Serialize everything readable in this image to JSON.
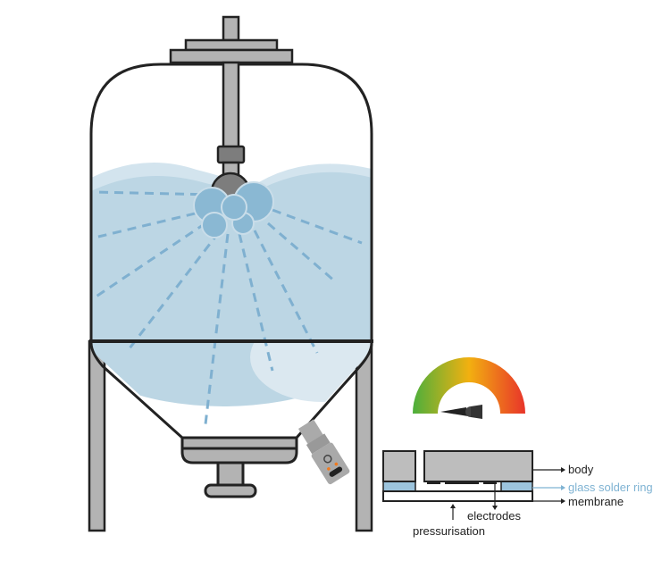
{
  "diagram": {
    "title": "",
    "tank": {
      "components": [
        "lid-flange",
        "drive-shaft",
        "shaft-coupling",
        "spray-ball",
        "cylindrical-vessel",
        "conical-bottom",
        "outlet-flange",
        "outlet-pipe",
        "support-legs",
        "mounted-pressure-sensor"
      ],
      "liquid_color": "#bcd6e4",
      "spray_color": "#8ab8d3",
      "metal_color": "#b3b3b3",
      "outline_color": "#222222"
    },
    "gauge": {
      "colors": [
        "#4caf3c",
        "#f2b010",
        "#e8342a"
      ],
      "needle_direction": "low"
    },
    "sensor_cross_section": {
      "labels": {
        "body": "body",
        "glass_solder_ring": "glass solder ring",
        "membrane": "membrane",
        "electrodes": "electrodes",
        "pressurisation": "pressurisation"
      },
      "colors": {
        "body": "#bdbdbd",
        "glass_solder_ring": "#9cc4dd",
        "glass_label": "#7fb3d3"
      }
    },
    "sensor_indicator_color": "#f07a1e"
  }
}
